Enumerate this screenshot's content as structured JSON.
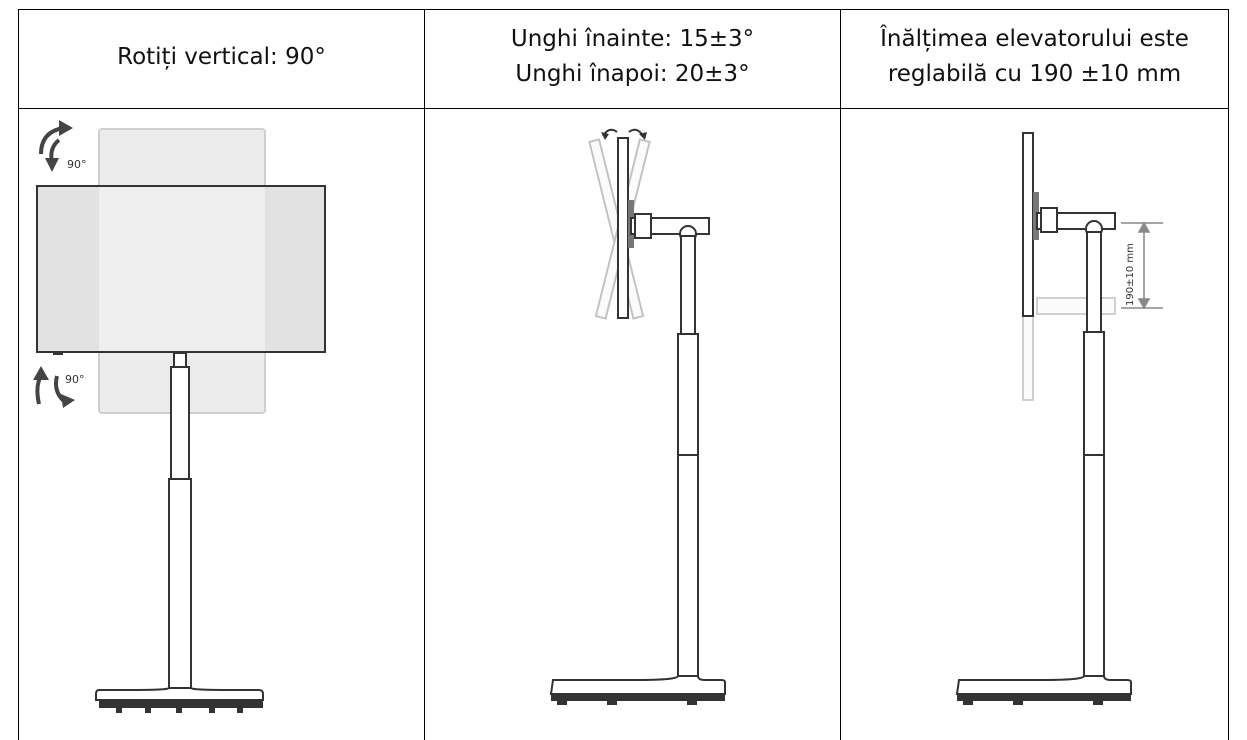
{
  "headers": [
    {
      "lines": [
        "Rotiți vertical: 90°"
      ]
    },
    {
      "lines": [
        "Unghi înainte: 15±3°",
        "Unghi înapoi: 20±3°"
      ]
    },
    {
      "lines": [
        "Înălțimea elevatorului este",
        "reglabilă cu 190 ±10 mm"
      ]
    }
  ],
  "figures": {
    "rotate_top_label": "90°",
    "rotate_bottom_label": "90°",
    "height_dimension_label": "190±10 mm"
  }
}
